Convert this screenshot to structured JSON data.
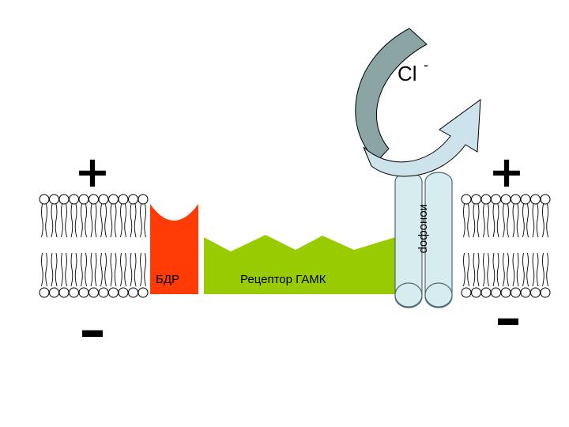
{
  "ion_label": "Cl",
  "ion_charge": "-",
  "top_left_sign": "+",
  "top_right_sign": "+",
  "bottom_left_sign": "–",
  "bottom_right_sign": "–",
  "bdr_label": "БДР",
  "receptor_label": "Рецептор ГАМК",
  "ionophore_label": "ионофор",
  "colors": {
    "bdr": "#ff3b06",
    "receptor": "#99cc00",
    "ionophore": "#d6ecee",
    "arrow_in": "#8aa5a3",
    "arrow_out": "#cde3ec"
  }
}
